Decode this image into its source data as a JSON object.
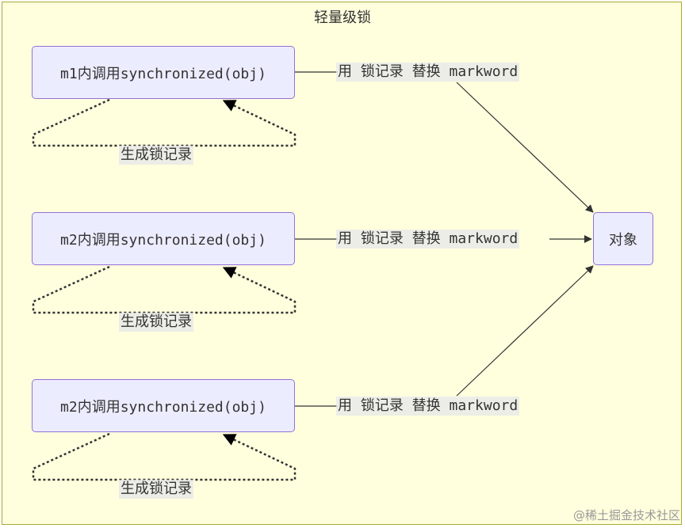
{
  "group": {
    "title": "轻量级锁"
  },
  "nodes": {
    "m1": "m1内调用synchronized(obj)",
    "m2a": "m2内调用synchronized(obj)",
    "m2b": "m2内调用synchronized(obj)",
    "object": "对象"
  },
  "edges": {
    "replace_label": "用 锁记录 替换 markword",
    "loop_label": "生成锁记录"
  },
  "credit": "@稀土掘金技术社区",
  "colors": {
    "frame_fill": "#ffffde",
    "frame_border": "#aaaa33",
    "node_fill": "#ececff",
    "node_border": "#9370db",
    "edge": "#333333"
  }
}
